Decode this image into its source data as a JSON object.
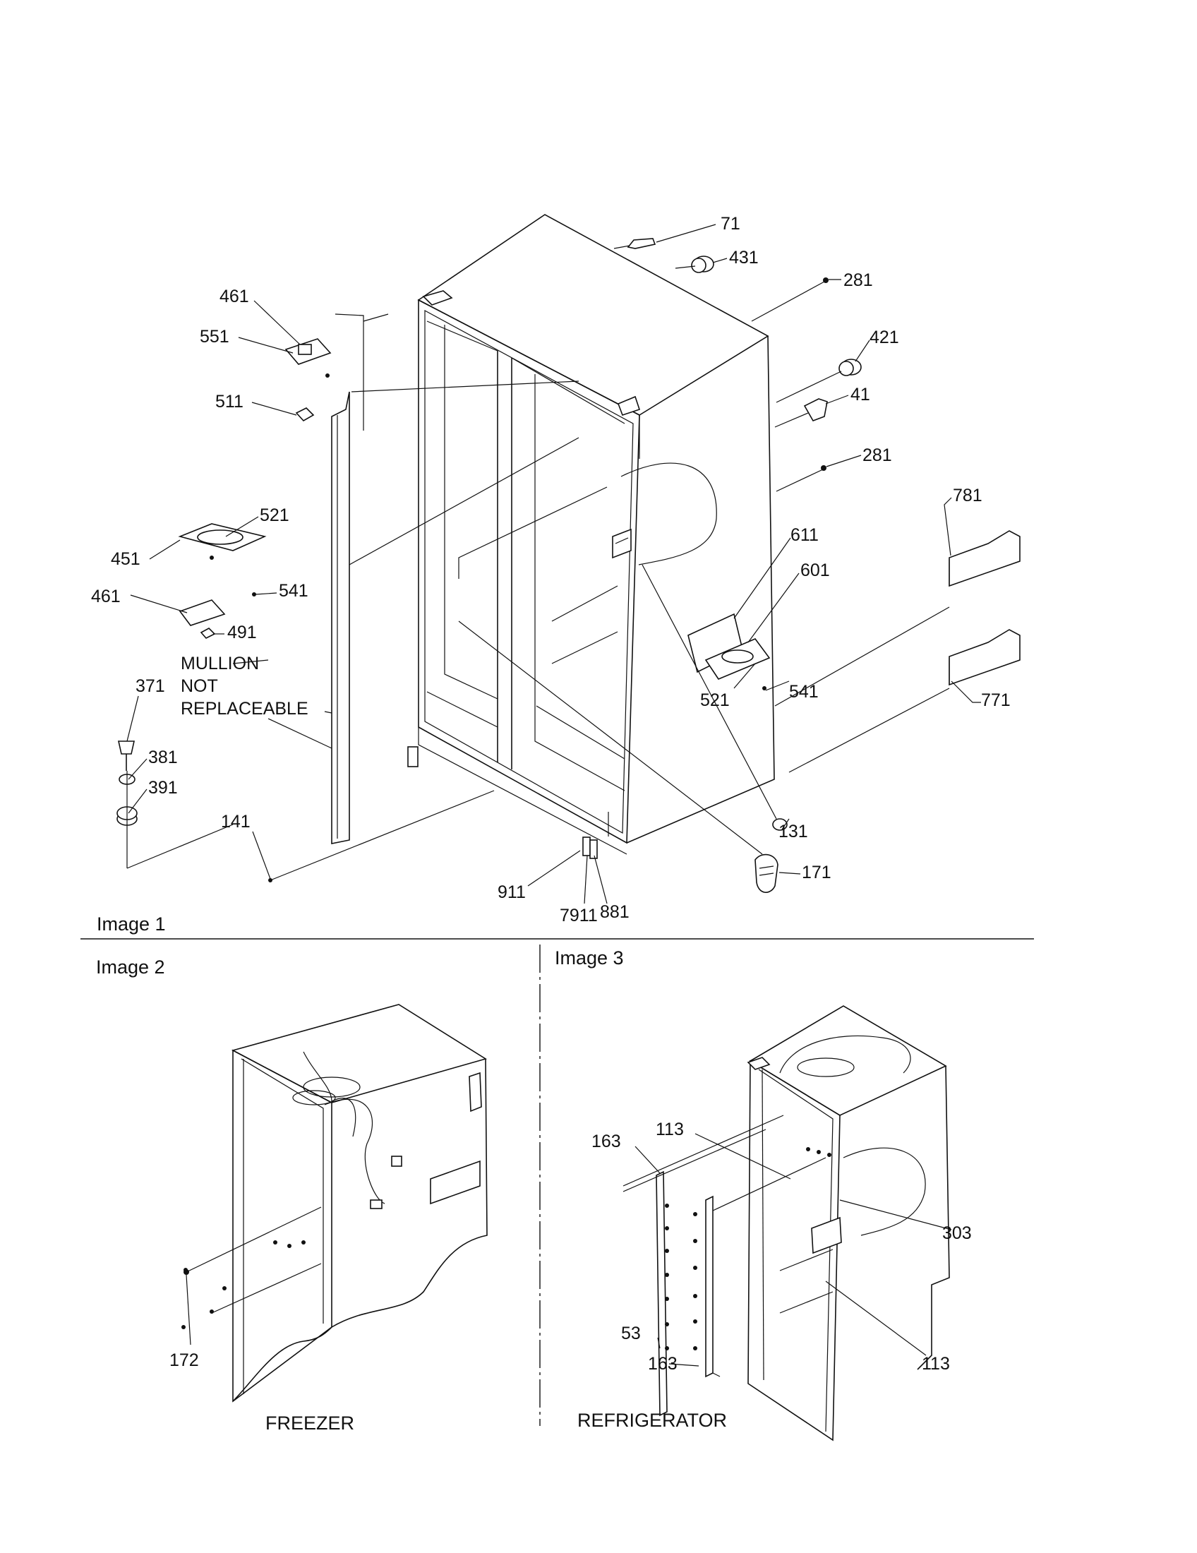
{
  "image1": {
    "caption": "Image 1",
    "labels": [
      "71",
      "431",
      "281",
      "421",
      "41",
      "281",
      "781",
      "611",
      "601",
      "541",
      "521",
      "771",
      "131",
      "171",
      "881",
      "7911",
      "911",
      "141",
      "391",
      "381",
      "371",
      "491",
      "461",
      "541",
      "521",
      "451",
      "511",
      "551",
      "461"
    ],
    "note_lines": [
      "MULLION",
      "NOT",
      "REPLACEABLE"
    ]
  },
  "image2": {
    "caption": "Image 2",
    "labels": [
      "172"
    ],
    "title": "FREEZER"
  },
  "image3": {
    "caption": "Image 3",
    "labels": [
      "163",
      "113",
      "303",
      "53",
      "163",
      "113"
    ],
    "title": "REFRIGERATOR"
  },
  "colors": {
    "ink": "#111111",
    "paper": "#ffffff"
  }
}
